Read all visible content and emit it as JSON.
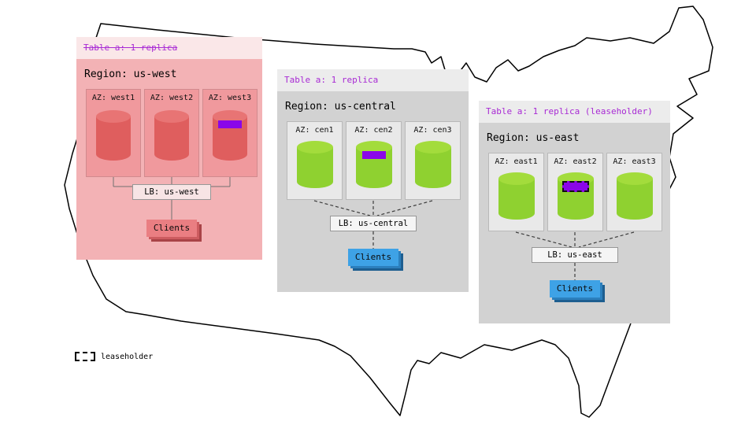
{
  "legend": {
    "label": "leaseholder"
  },
  "colors": {
    "accent_purple_text": "#a82ad4",
    "replica_marker": "#8a06e8",
    "west_body": "#f3b2b5",
    "west_banner": "#fae7e8",
    "west_az": "#f0999d",
    "west_cylinder": "#df5e5e",
    "west_clients": "#ea7e82",
    "gray_body": "#d2d2d2",
    "gray_banner": "#ececec",
    "gray_az": "#e9e9e9",
    "green_cylinder": "#8fd130",
    "blue_clients": "#3ea2e6"
  },
  "regions": [
    {
      "table_label": "Table a: 1 replica",
      "table_strikethrough": true,
      "region_label": "Region: us-west",
      "azs": [
        {
          "label": "AZ: west1",
          "marker": "none"
        },
        {
          "label": "AZ: west2",
          "marker": "none"
        },
        {
          "label": "AZ: west3",
          "marker": "replica"
        }
      ],
      "lb_label": "LB: us-west",
      "clients_label": "Clients"
    },
    {
      "table_label": "Table a: 1 replica",
      "table_strikethrough": false,
      "region_label": "Region: us-central",
      "azs": [
        {
          "label": "AZ: cen1",
          "marker": "none"
        },
        {
          "label": "AZ: cen2",
          "marker": "replica"
        },
        {
          "label": "AZ: cen3",
          "marker": "none"
        }
      ],
      "lb_label": "LB: us-central",
      "clients_label": "Clients"
    },
    {
      "table_label": "Table a: 1 replica (leaseholder)",
      "table_strikethrough": false,
      "region_label": "Region: us-east",
      "azs": [
        {
          "label": "AZ: east1",
          "marker": "none"
        },
        {
          "label": "AZ: east2",
          "marker": "leaseholder"
        },
        {
          "label": "AZ: east3",
          "marker": "none"
        }
      ],
      "lb_label": "LB: us-east",
      "clients_label": "Clients"
    }
  ]
}
